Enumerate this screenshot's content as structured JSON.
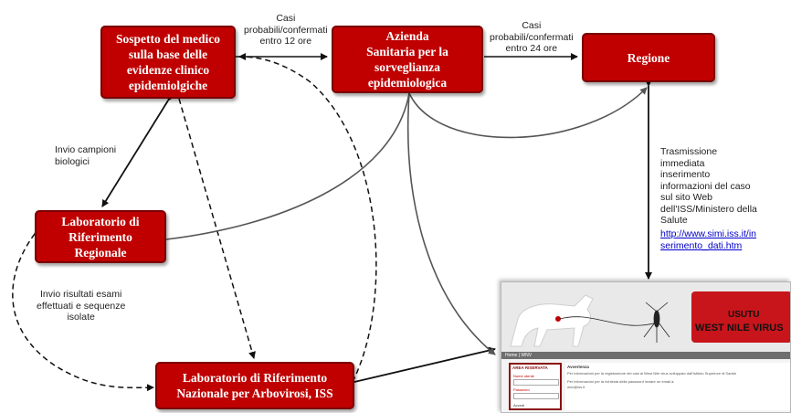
{
  "nodes": {
    "sospetto": "Sospetto del medico\nsulla base delle\nevidenze clinico\nepidemiolgiche",
    "azienda": "Azienda\nSanitaria per la\nsorveglianza\nepidemiologica",
    "regione": "Regione",
    "lab_regionale": "Laboratorio di\nRiferimento\nRegionale",
    "lab_nazionale": "Laboratorio di Riferimento\nNazionale per Arbovirosi, ISS"
  },
  "labels": {
    "casi_12": "Casi\nprobabili/confermati\nentro 12 ore",
    "casi_24": "Casi\nprobabili/confermati\nentro 24 ore",
    "invio_campioni": "Invio campioni\nbiologici",
    "invio_risultati": "Invio risultati esami\neffettuati e sequenze\nisolate",
    "trasmissione": "Trasmissione\nimmediata\ninserimento\ninformazioni del caso\nsul sito Web\ndell'ISS/Ministero della\nSalute",
    "link": "http://www.simi.iss.it/in\nserimento_dati.htm"
  },
  "website": {
    "title_line1": "USUTU",
    "title_line2": "WEST NILE VIRUS",
    "login_header": "AREA RISERVATA",
    "username_label": "Nome utente",
    "password_label": "Password",
    "login_button": "Accedi",
    "info_header": "Avvertenza",
    "info_line1": "Per informazioni per la registrazione dei casi al West Nile virus sviluppato dall'Istituto Superiore di Sanità",
    "info_line2": "Per informazioni per la richiesta della password inviare un email a:",
    "info_line3": "wnv@iss.it",
    "nav_text": "Home | WNV"
  },
  "colors": {
    "box_fill": "#c00000",
    "box_border": "#7a0000",
    "arrow": "#111111",
    "curve": "#555555",
    "link": "#0000cc"
  }
}
